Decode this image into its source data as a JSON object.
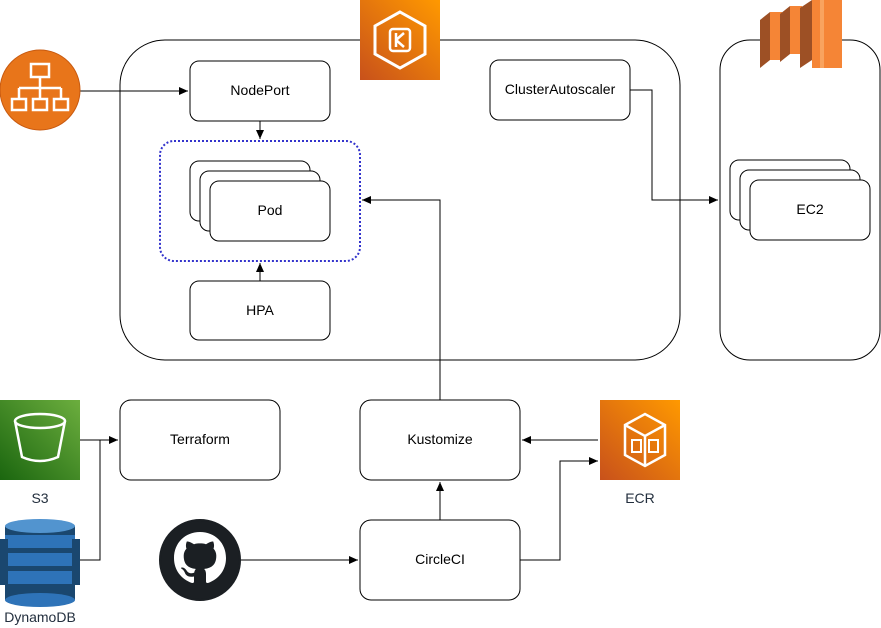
{
  "diagram": {
    "nodes": {
      "nodeport": "NodePort",
      "pod": "Pod",
      "hpa": "HPA",
      "cluster_autoscaler": "ClusterAutoscaler",
      "ec2": "EC2",
      "terraform": "Terraform",
      "kustomize": "Kustomize",
      "circleci": "CircleCI"
    },
    "icons": {
      "load_balancer": "load-balancer-icon",
      "eks": "eks-kubernetes-icon",
      "ec2_instances": "ec2-instances-icon",
      "s3": "s3-bucket-icon",
      "dynamodb": "dynamodb-icon",
      "ecr": "ecr-icon",
      "github": "github-icon"
    },
    "captions": {
      "s3": "S3",
      "dynamodb": "DynamoDB",
      "ecr": "ECR"
    },
    "colors": {
      "aws_orange": "#ED7100",
      "s3_green": "#3F8624",
      "dynamodb_blue": "#2E73B8",
      "ecr_caption": "#232F3E",
      "dynamodb_caption": "#232F3E",
      "pod_group_border": "#3333CC"
    }
  }
}
